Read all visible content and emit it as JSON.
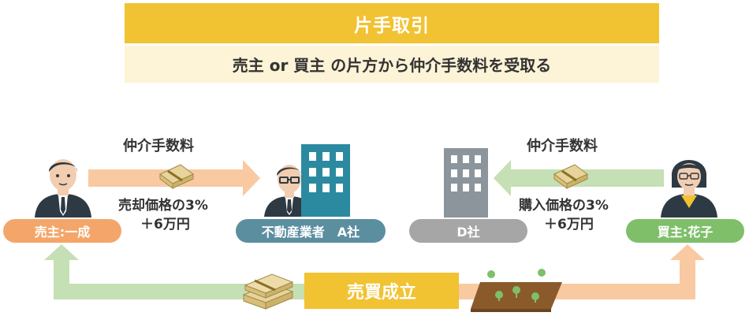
{
  "header": {
    "title": "片手取引",
    "subtitle": "売主 or 買主 の片方から仲介手数料を受取る"
  },
  "left_flow": {
    "fee_label": "仲介手数料",
    "fee_desc_line1": "売却価格の3%",
    "fee_desc_line2": "＋6万円",
    "seller_label": "売主:一成",
    "agent_label": "不動産業者　A社"
  },
  "right_flow": {
    "fee_label": "仲介手数料",
    "fee_desc_line1": "購入価格の3%",
    "fee_desc_line2": "＋6万円",
    "company_label": "D社",
    "buyer_label": "買主:花子"
  },
  "center": {
    "deal_label": "売買成立"
  },
  "colors": {
    "title_bg": "#f1c232",
    "subtitle_bg": "#fdf3d6",
    "seller_pill": "#f4a66a",
    "agent_pill": "#5b8fa0",
    "company_pill": "#a6a6a6",
    "buyer_pill": "#7fbf6a",
    "building_teal": "#2b8aa0",
    "building_gray": "#8c959c",
    "arrow_orange": "#f9c9a1",
    "arrow_green": "#c5e0b4"
  },
  "icons": [
    "person-male-icon",
    "money-bundle-icon",
    "office-building-icon",
    "person-female-icon",
    "land-plot-icon"
  ]
}
